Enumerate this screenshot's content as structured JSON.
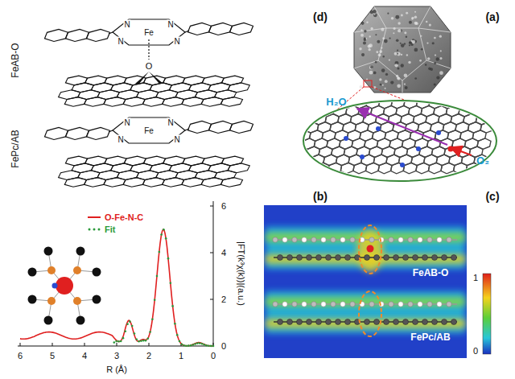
{
  "diagram": {
    "labels": [
      "(d)",
      "(a)",
      "(b)",
      "(c)",
      "FeAB-O",
      "FePc/AB",
      "N",
      "N",
      "N",
      "N",
      "Fe",
      "O",
      "N",
      "N",
      "N",
      "N",
      "Fe",
      "H₂O",
      "O₂",
      "FeAB-O",
      "FePc/AB",
      "1",
      "0",
      "0",
      "2",
      "4",
      "6",
      "0",
      "1",
      "2",
      "3",
      "4",
      "5",
      "6",
      "R (Å)",
      "|FT(k³χ(k))|(a.u.)"
    ],
    "legend": [
      {
        "text": "O-Fe-N-C"
      },
      {
        "text": "Fit"
      }
    ]
  }
}
